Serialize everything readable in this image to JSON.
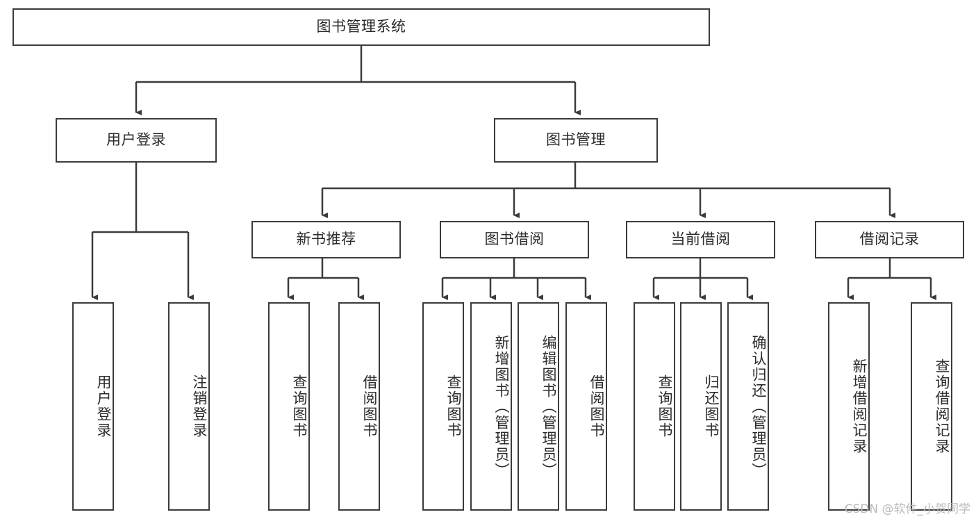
{
  "diagram": {
    "type": "tree-hierarchy-chart",
    "title": "图书管理系统",
    "root": {
      "label": "图书管理系统"
    },
    "level2": [
      {
        "label": "用户登录"
      },
      {
        "label": "图书管理"
      }
    ],
    "level3": [
      {
        "label": "新书推荐"
      },
      {
        "label": "图书借阅"
      },
      {
        "label": "当前借阅"
      },
      {
        "label": "借阅记录"
      }
    ],
    "leaves": {
      "user_login": [
        {
          "label": "用户登录"
        },
        {
          "label": "注销登录"
        }
      ],
      "new_book_recommend": [
        {
          "label": "查询图书"
        },
        {
          "label": "借阅图书"
        }
      ],
      "book_borrow": [
        {
          "label": "查询图书"
        },
        {
          "label": "新增图书（管理员）"
        },
        {
          "label": "编辑图书（管理员）"
        },
        {
          "label": "借阅图书"
        }
      ],
      "current_borrow": [
        {
          "label": "查询图书"
        },
        {
          "label": "归还图书"
        },
        {
          "label": "确认归还（管理员）"
        }
      ],
      "borrow_record": [
        {
          "label": "新增借阅记录"
        },
        {
          "label": "查询借阅记录"
        }
      ]
    }
  },
  "watermark": {
    "text": "CSDN @软件_小贺同学"
  },
  "colors": {
    "box_border": "#3b3b3b",
    "box_fill": "#ffffff",
    "line": "#3b3b3b",
    "text": "#2b2b2b",
    "watermark": "#b9b9b9",
    "background": "#ffffff"
  }
}
